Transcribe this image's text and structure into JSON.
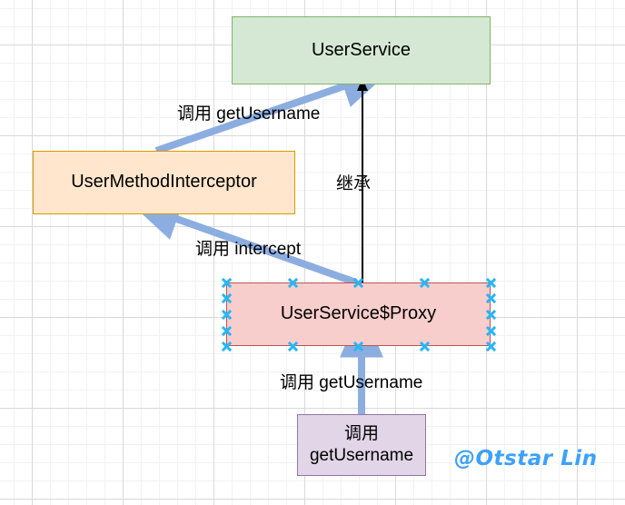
{
  "diagram": {
    "type": "uml-proxy-pattern-diagram",
    "background": "graph-paper-grid",
    "nodes": [
      {
        "id": "userservice",
        "label": "UserService",
        "fill": "#d5e8d4",
        "stroke": "#82b366",
        "selected": false
      },
      {
        "id": "interceptor",
        "label": "UserMethodInterceptor",
        "fill": "#ffe6cc",
        "stroke": "#d79b00",
        "selected": false
      },
      {
        "id": "proxy",
        "label": "UserService$Proxy",
        "fill": "#f8cecc",
        "stroke": "#b85450",
        "selected": true
      },
      {
        "id": "caller",
        "label_line1": "调用",
        "label_line2": "getUsername",
        "fill": "#e1d5e7",
        "stroke": "#9673a6",
        "selected": false
      }
    ],
    "edges": [
      {
        "id": "interceptor-to-userservice",
        "label": "调用 getUsername",
        "color": "#8CADE0",
        "from": "interceptor",
        "to": "userservice"
      },
      {
        "id": "proxy-to-userservice",
        "label": "继承",
        "color": "#000000",
        "from": "proxy",
        "to": "userservice"
      },
      {
        "id": "proxy-to-interceptor",
        "label": "调用 intercept",
        "color": "#8CADE0",
        "from": "proxy",
        "to": "interceptor"
      },
      {
        "id": "caller-to-proxy",
        "label": "调用 getUsername",
        "color": "#8CADE0",
        "from": "caller",
        "to": "proxy"
      }
    ],
    "watermark": "@Otstar Lin",
    "watermark_color": "#3da2f7",
    "selection_handle_color": "#29b6f6"
  }
}
